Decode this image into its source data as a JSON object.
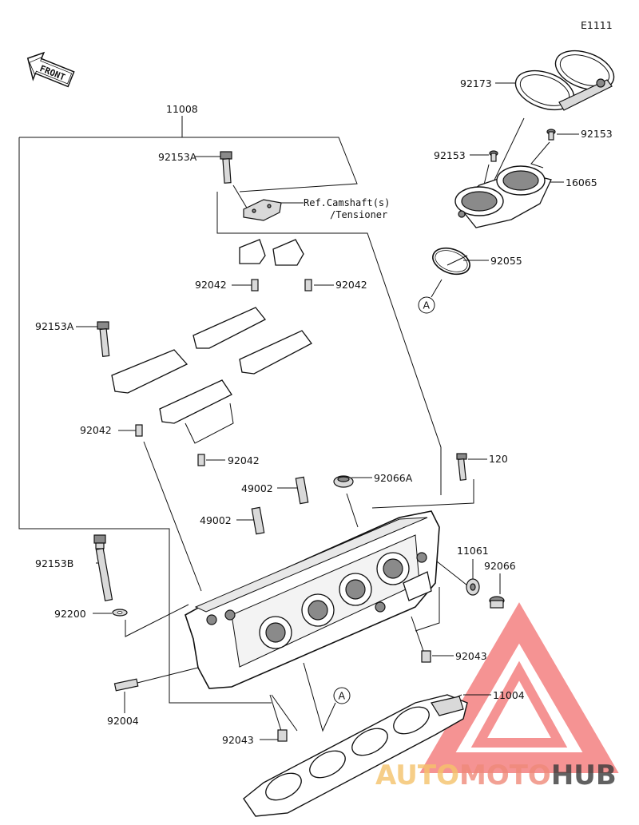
{
  "diagram": {
    "code": "E1111",
    "front_label": "FRONT",
    "reference_note_1": "Ref.Camshaft(s)",
    "reference_note_2": "/Tensioner",
    "circle_marker": "A",
    "parts": {
      "p11008": "11008",
      "p92153A_top": "92153A",
      "p92153A_left": "92153A",
      "p92042_a": "92042",
      "p92042_b": "92042",
      "p92042_c": "92042",
      "p92042_d": "92042",
      "p92173": "92173",
      "p92153_a": "92153",
      "p92153_b": "92153",
      "p16065": "16065",
      "p92055": "92055",
      "p120": "120",
      "p92066A": "92066A",
      "p49002_a": "49002",
      "p49002_b": "49002",
      "p11061": "11061",
      "p92066": "92066",
      "p92153B": "92153B",
      "p92200": "92200",
      "p92043_a": "92043",
      "p92043_b": "92043",
      "p11004": "11004",
      "p92004": "92004"
    }
  },
  "watermark": {
    "part_1": "AUTO",
    "part_2": "MOTO",
    "part_3": "HUB",
    "color_1": "#f5c36b",
    "color_2": "#ef8a7a",
    "color_3": "#3a3a3a",
    "triangle_color": "#ee3b3b"
  }
}
